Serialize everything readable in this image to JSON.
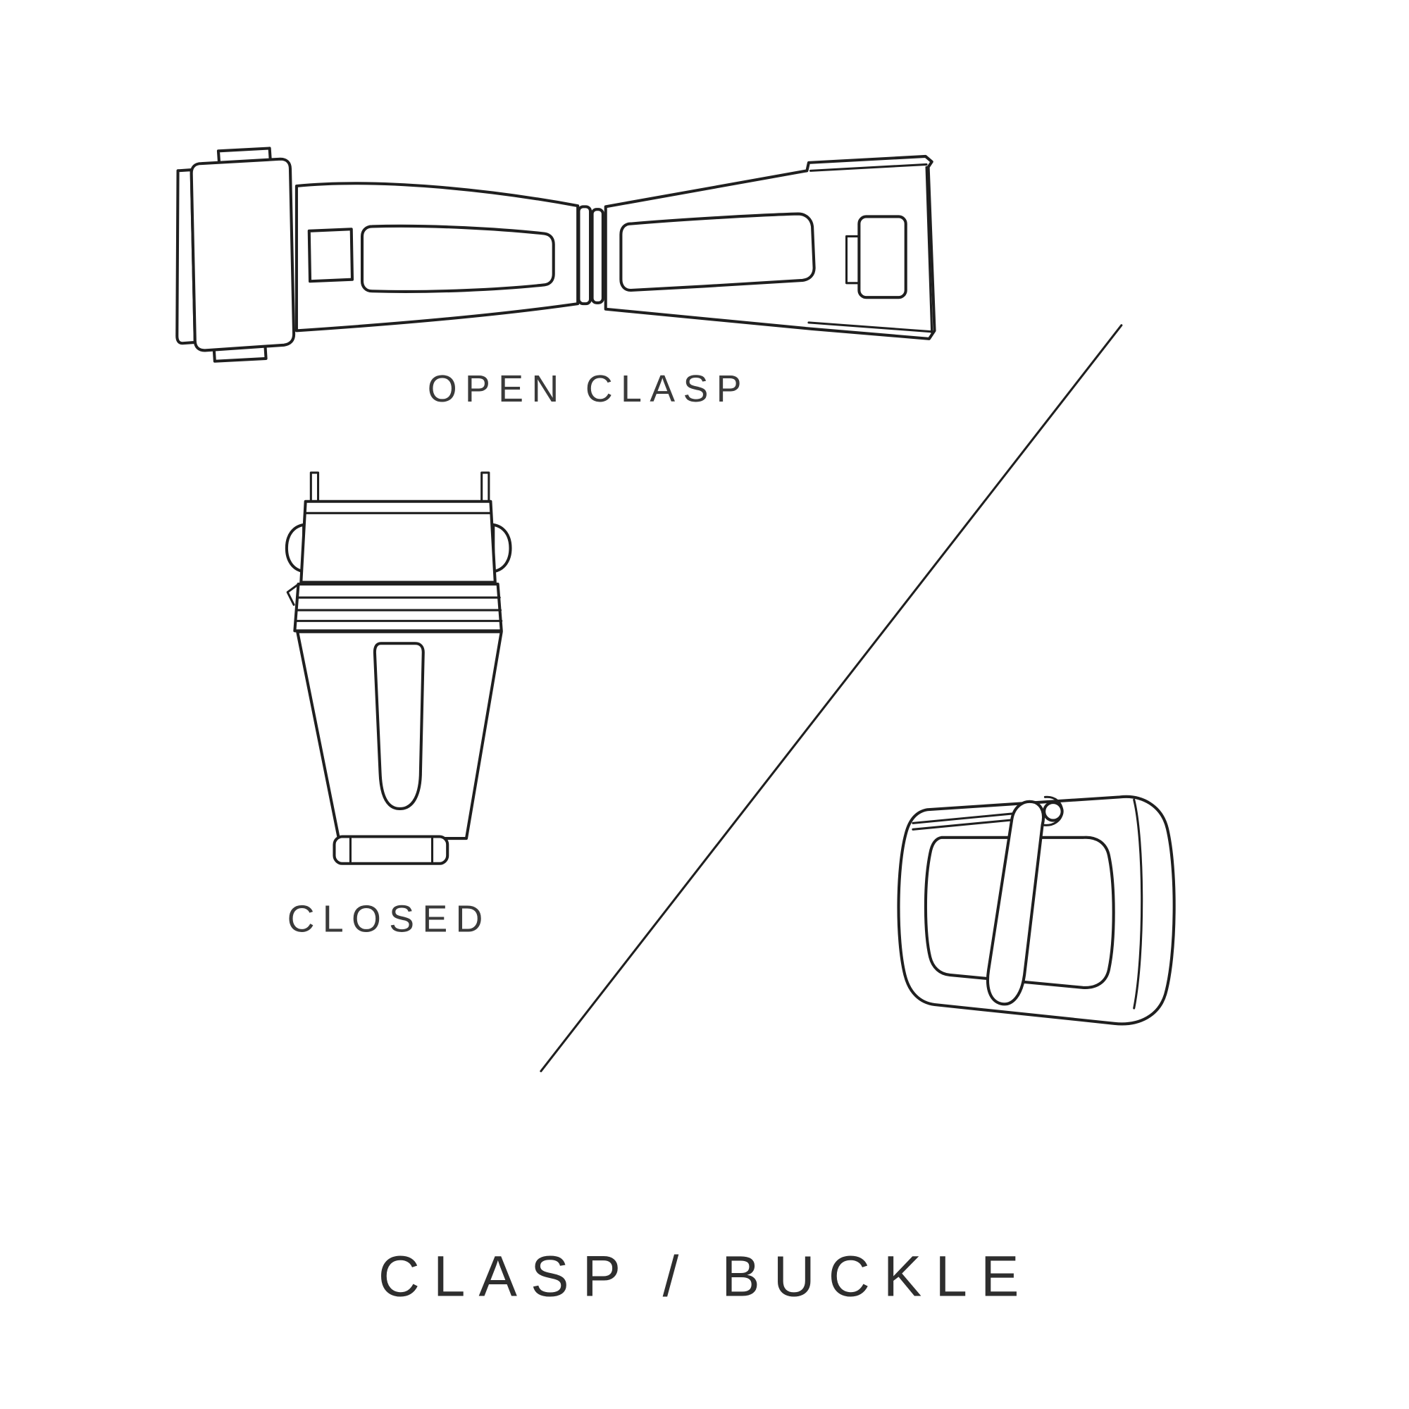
{
  "page": {
    "background_color": "#ffffff"
  },
  "diagram": {
    "title": "CLASP / BUCKLE",
    "colors": {
      "line": "#1f1f1f",
      "label": "#3a3a3a",
      "title": "#2e2e2e"
    },
    "sections": [
      {
        "id": "open-clasp",
        "label": "OPEN CLASP",
        "illustration": "open-clasp-illustration"
      },
      {
        "id": "closed-clasp",
        "label": "CLOSED",
        "illustration": "closed-clasp-illustration"
      },
      {
        "id": "pin-buckle",
        "label": "",
        "illustration": "pin-buckle-illustration"
      }
    ],
    "divider": "diagonal-divider-line"
  }
}
